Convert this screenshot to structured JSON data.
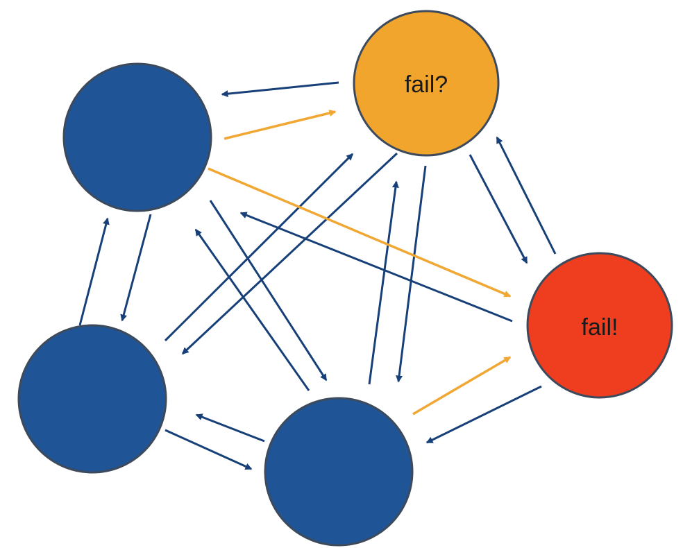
{
  "colors": {
    "blue_node": "#1f5597",
    "orange_node": "#f2a52c",
    "red_node": "#ee3e1f",
    "node_outline": "#3c4a5c",
    "blue_arrow": "#173f78",
    "orange_arrow": "#f0a733"
  },
  "nodes": {
    "top_left": {
      "label": "",
      "color_key": "blue_node"
    },
    "bottom_left": {
      "label": "",
      "color_key": "blue_node"
    },
    "bottom_center": {
      "label": "",
      "color_key": "blue_node"
    },
    "top_right": {
      "label": "fail?",
      "color_key": "orange_node"
    },
    "right": {
      "label": "fail!",
      "color_key": "red_node"
    }
  },
  "arrows": [
    {
      "name": "arrow-orange-topleft-to-failq",
      "color_key": "orange_arrow"
    },
    {
      "name": "arrow-orange-topleft-to-failbang",
      "color_key": "orange_arrow"
    },
    {
      "name": "arrow-orange-bottomcenter-to-failbang",
      "color_key": "orange_arrow"
    },
    {
      "name": "arrow-failq-to-topleft",
      "color_key": "blue_arrow"
    },
    {
      "name": "arrow-topleft-to-bottomleft",
      "color_key": "blue_arrow"
    },
    {
      "name": "arrow-bottomleft-to-topleft",
      "color_key": "blue_arrow"
    },
    {
      "name": "arrow-topleft-to-bottomcenter",
      "color_key": "blue_arrow"
    },
    {
      "name": "arrow-bottomcenter-to-topleft",
      "color_key": "blue_arrow"
    },
    {
      "name": "arrow-failbang-to-topleft",
      "color_key": "blue_arrow"
    },
    {
      "name": "arrow-bottomleft-to-failq",
      "color_key": "blue_arrow"
    },
    {
      "name": "arrow-failq-to-bottomleft",
      "color_key": "blue_arrow"
    },
    {
      "name": "arrow-bottomcenter-to-failq",
      "color_key": "blue_arrow"
    },
    {
      "name": "arrow-failq-to-bottomcenter",
      "color_key": "blue_arrow"
    },
    {
      "name": "arrow-failq-to-failbang",
      "color_key": "blue_arrow"
    },
    {
      "name": "arrow-failbang-to-failq",
      "color_key": "blue_arrow"
    },
    {
      "name": "arrow-bottomcenter-to-bottomleft",
      "color_key": "blue_arrow"
    },
    {
      "name": "arrow-bottomleft-to-bottomcenter",
      "color_key": "blue_arrow"
    },
    {
      "name": "arrow-failbang-to-bottomcenter",
      "color_key": "blue_arrow"
    }
  ]
}
